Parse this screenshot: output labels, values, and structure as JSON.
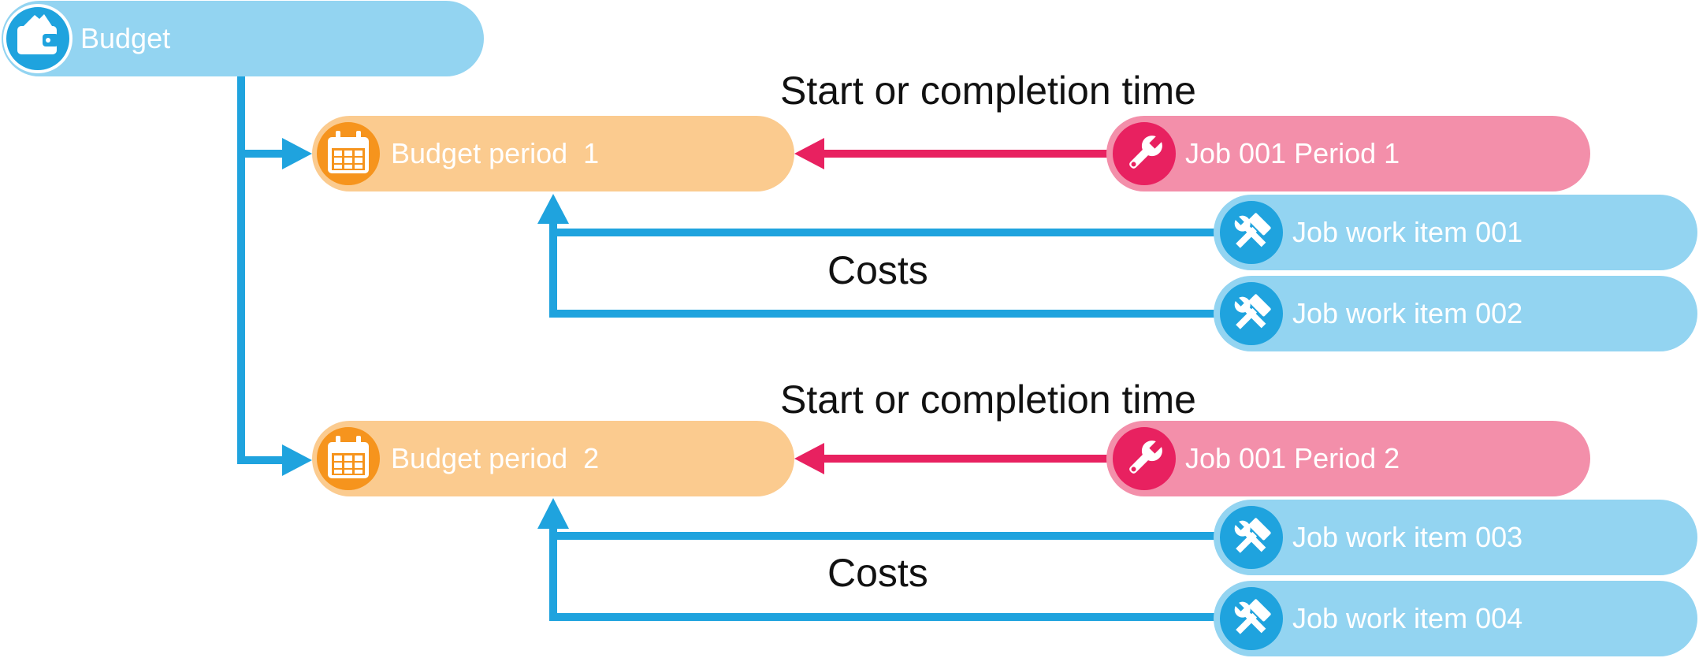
{
  "colors": {
    "budget": "#93D4F1",
    "budget_icon": "#1FA3DE",
    "period": "#FBCB8F",
    "period_icon": "#F6941D",
    "job": "#F38FAA",
    "job_icon": "#E82160",
    "work": "#93D4F1",
    "work_icon": "#1FA3DE",
    "blue_arrow": "#1FA3DE",
    "red_arrow": "#E82160"
  },
  "nodes": {
    "budget": {
      "label": "Budget",
      "icon": "wallet-icon"
    },
    "period1": {
      "label": "Budget period  1",
      "icon": "calendar-icon"
    },
    "period2": {
      "label": "Budget period  2",
      "icon": "calendar-icon"
    },
    "job1": {
      "label": "Job 001 Period 1",
      "icon": "wrench-icon"
    },
    "job2": {
      "label": "Job 001 Period 2",
      "icon": "wrench-icon"
    },
    "work001": {
      "label": "Job work item 001",
      "icon": "hammer-wrench-icon"
    },
    "work002": {
      "label": "Job work item 002",
      "icon": "hammer-wrench-icon"
    },
    "work003": {
      "label": "Job work item 003",
      "icon": "hammer-wrench-icon"
    },
    "work004": {
      "label": "Job work item 004",
      "icon": "hammer-wrench-icon"
    }
  },
  "edges": {
    "start_label_1": "Start or completion time",
    "costs_label_1": "Costs",
    "start_label_2": "Start or completion time",
    "costs_label_2": "Costs"
  }
}
